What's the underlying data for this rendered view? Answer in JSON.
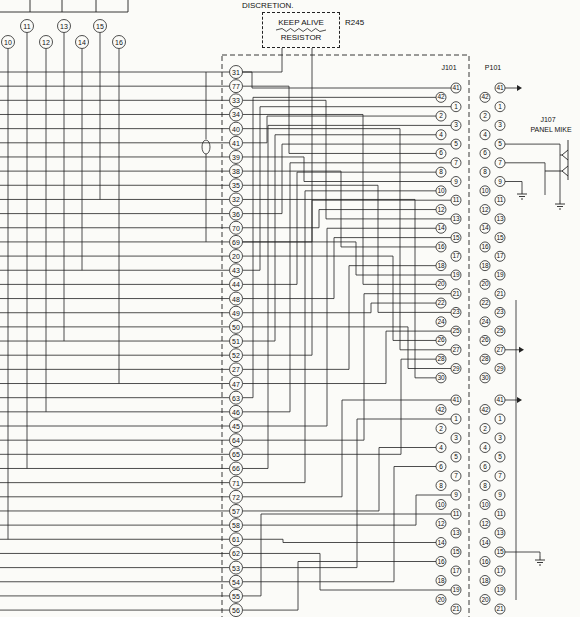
{
  "diagram": {
    "nodes": [
      {
        "text": [
          "KEEP ALIVE RESISTOR",
          "R245"
        ]
      }
    ],
    "labels": [
      "DISCRETION.",
      "10",
      "11",
      "12",
      "13",
      "14",
      "15",
      "16",
      "J101",
      "P101",
      "J107",
      "PANEL MIKE",
      "31",
      "77",
      "33",
      "34",
      "40",
      "41",
      "39",
      "38",
      "35",
      "32",
      "36",
      "70",
      "69",
      "20",
      "43",
      "44",
      "48",
      "49",
      "50",
      "51",
      "52",
      "27",
      "47",
      "63",
      "46",
      "45",
      "64",
      "65",
      "66",
      "71",
      "72",
      "57",
      "58",
      "61",
      "62",
      "53",
      "54",
      "55",
      "56",
      "41",
      "42",
      "1",
      "2",
      "3",
      "4",
      "5",
      "6",
      "7",
      "8",
      "9",
      "10",
      "11",
      "12",
      "13",
      "14",
      "15",
      "16",
      "17",
      "18",
      "19",
      "20",
      "21",
      "22",
      "23",
      "24",
      "25",
      "26",
      "27",
      "28",
      "29",
      "30",
      "41",
      "42",
      "1",
      "2",
      "3",
      "4",
      "5",
      "6",
      "7",
      "8",
      "9",
      "10",
      "11",
      "12",
      "13",
      "14",
      "15",
      "16",
      "17",
      "18",
      "19",
      "20",
      "21",
      "22",
      "23",
      "24",
      "25",
      "26",
      "27",
      "28",
      "29",
      "30",
      "41",
      "42",
      "1",
      "2",
      "3",
      "4",
      "5",
      "6",
      "7",
      "8",
      "9",
      "10",
      "11",
      "12",
      "13",
      "14",
      "15",
      "16",
      "17",
      "18",
      "19",
      "20",
      "21",
      "41",
      "42",
      "1",
      "2",
      "3",
      "4",
      "5",
      "6",
      "7",
      "8",
      "9",
      "10",
      "11",
      "12",
      "13",
      "14",
      "15",
      "16",
      "17",
      "18",
      "19",
      "20",
      "21"
    ]
  }
}
